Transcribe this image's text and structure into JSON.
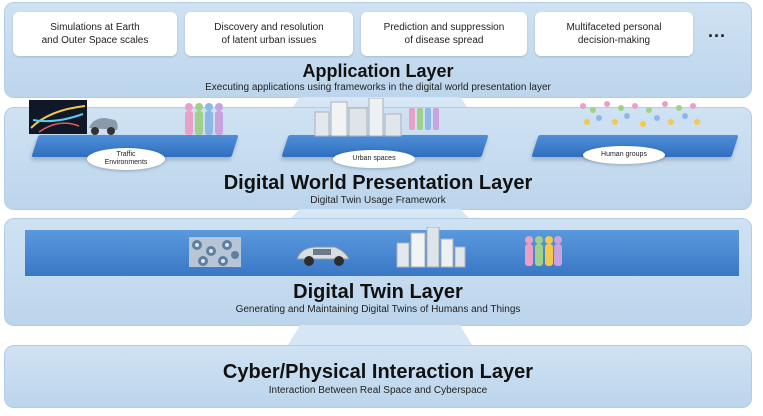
{
  "application_layer": {
    "title": "Application Layer",
    "subtitle": "Executing applications using frameworks in the digital world presentation layer",
    "boxes": [
      "Simulations at Earth\nand Outer Space scales",
      "Discovery and resolution\nof latent urban issues",
      "Prediction and suppression\nof disease spread",
      "Multifaceted personal\ndecision-making"
    ],
    "more": "..."
  },
  "digital_world_layer": {
    "title": "Digital World Presentation Layer",
    "subtitle": "Digital Twin Usage Framework",
    "platforms": [
      {
        "label": "Traffic\nEnvironments",
        "icon": "traffic-icon"
      },
      {
        "label": "Urban spaces",
        "icon": "buildings-icon"
      },
      {
        "label": "Human groups",
        "icon": "crowd-icon"
      }
    ]
  },
  "digital_twin_layer": {
    "title": "Digital Twin Layer",
    "subtitle": "Generating and Maintaining Digital Twins of Humans and Things",
    "icons": [
      "network-icon",
      "car-icon",
      "buildings-icon",
      "people-icon"
    ]
  },
  "cyber_physical_layer": {
    "title": "Cyber/Physical Interaction Layer",
    "subtitle": "Interaction Between Real Space and Cyberspace"
  },
  "colors": {
    "layer_bg": "#c6dcf0",
    "platform": "#3f7fcf",
    "band": "#4a88d2"
  }
}
